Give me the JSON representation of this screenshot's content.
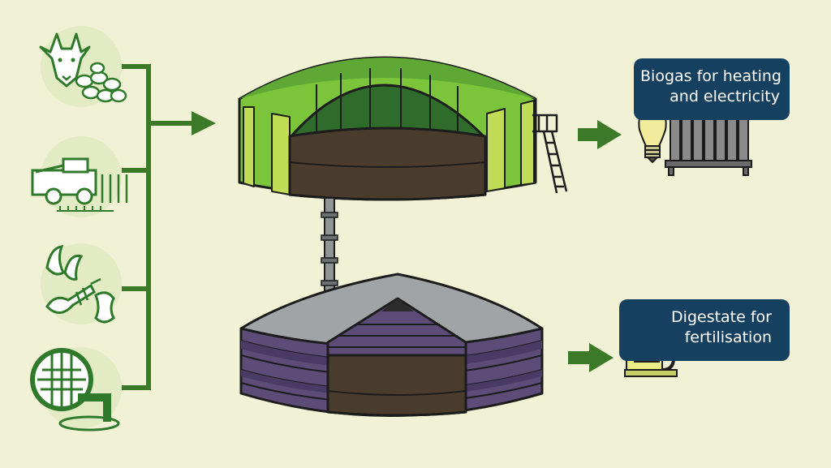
{
  "outputs": {
    "biogas": {
      "line1": "Biogas for heating",
      "line2": "and electricity"
    },
    "digestate": {
      "line1": "Digestate for",
      "line2": "fertilisation"
    }
  },
  "inputs": [
    {
      "icon": "goat-manure-icon"
    },
    {
      "icon": "combine-harvester-icon"
    },
    {
      "icon": "food-waste-icon"
    },
    {
      "icon": "sewage-sludge-icon"
    }
  ],
  "colors": {
    "background": "#f1f1d6",
    "arrow_green": "#3c7a2a",
    "dome_green": "#7cc53b",
    "dome_dark": "#2f6b2b",
    "digestate_brown": "#4a3c2d",
    "tank_purple": "#5d4c78",
    "roof_grey": "#a0a4a6",
    "label_navy": "#16405f"
  }
}
